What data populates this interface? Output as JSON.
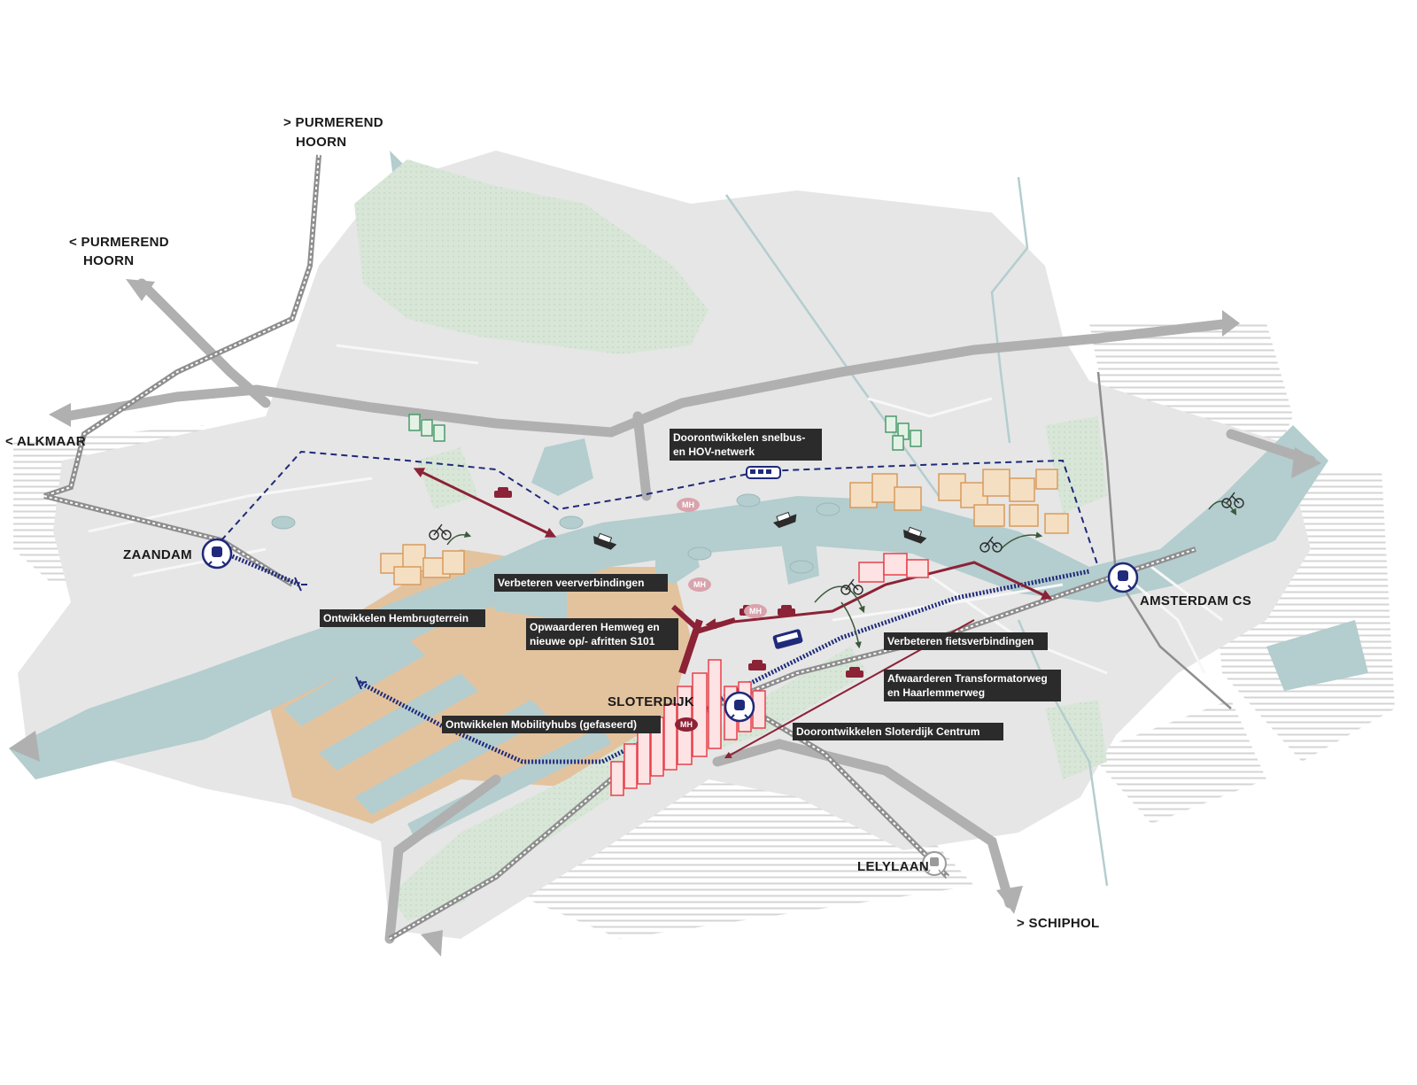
{
  "places": {
    "purmerend_hoorn_top": [
      "> PURMEREND",
      "HOORN"
    ],
    "purmerend_hoorn_left": [
      "< PURMEREND",
      "HOORN"
    ],
    "alkmaar": "< ALKMAAR",
    "zaandam": "ZAANDAM",
    "sloterdijk": "SLOTERDIJK",
    "amsterdam_cs": "AMSTERDAM CS",
    "lelylaan": "LELYLAAN",
    "schiphol": "> SCHIPHOL"
  },
  "labels": {
    "hov": [
      "Doorontwikkelen snelbus-",
      "en HOV-netwerk"
    ],
    "veer": [
      "Verbeteren veerverbindingen"
    ],
    "hembrug": [
      "Ontwikkelen Hembrugterrein"
    ],
    "hemweg": [
      "Opwaarderen Hemweg en",
      "nieuwe op/- afritten S101"
    ],
    "fiets": [
      "Verbeteren fietsverbindingen"
    ],
    "transformator": [
      "Afwaarderen Transformatorweg",
      "en Haarlemmerweg"
    ],
    "mobility": [
      "Ontwikkelen Mobilityhubs (gefaseerd)"
    ],
    "sloterdijk_centrum": [
      "Doorontwikkelen Sloterdijk Centrum"
    ]
  },
  "mobility_hub_label": "MH",
  "colors": {
    "land": "#e6e6e6",
    "water": "#b4cdcf",
    "green": "#d6e3d6",
    "harbour": "#e3c39e",
    "road": "#b0b0b0",
    "rail": "#8e8e8e",
    "hov": "#1f2a7a",
    "car_arrow": "#8c2236",
    "development": "#d89b5c",
    "sloterdijk_dev": "#e8404c",
    "green_buildings": "#4a9a6c"
  },
  "icons": [
    "train-station-icon",
    "car-icon",
    "bike-icon",
    "ferry-icon",
    "bus-icon",
    "tram-icon",
    "building-block-icon"
  ]
}
